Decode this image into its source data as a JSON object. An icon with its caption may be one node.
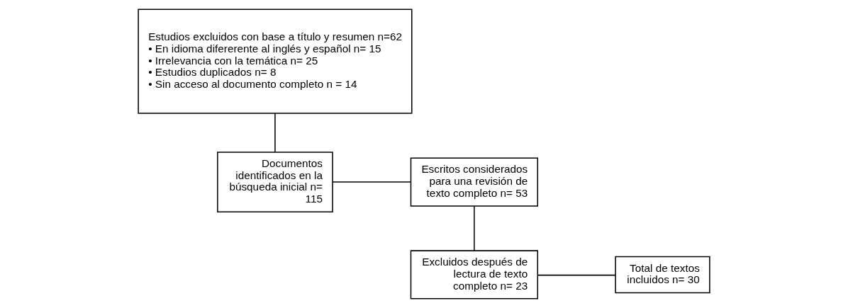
{
  "diagram": {
    "nodes": [
      {
        "text": [
          "Estudios excluidos con base a título y resumen n=62",
          "• En idioma difererente al inglés y español n= 15",
          "• Irrelevancia con la temática n= 25",
          "• Estudios duplicados n= 8",
          "• Sin acceso al documento completo n = 14"
        ]
      },
      {
        "text": [
          "Documentos identificados en la búsqueda inicial n= 115"
        ]
      },
      {
        "text": [
          "Escritos considerados para una revisión de texto completo n= 53"
        ]
      },
      {
        "text": [
          "Excluidos después de lectura de texto completo n= 23"
        ]
      },
      {
        "text": [
          "Total de textos incluidos n= 30"
        ]
      }
    ],
    "edges": [
      {
        "from": 1,
        "to": 0,
        "arrow": "none"
      },
      {
        "from": 1,
        "to": 2,
        "arrow": "none"
      },
      {
        "from": 2,
        "to": 3,
        "arrow": "none"
      },
      {
        "from": 3,
        "to": 4,
        "arrow": "none"
      }
    ]
  }
}
